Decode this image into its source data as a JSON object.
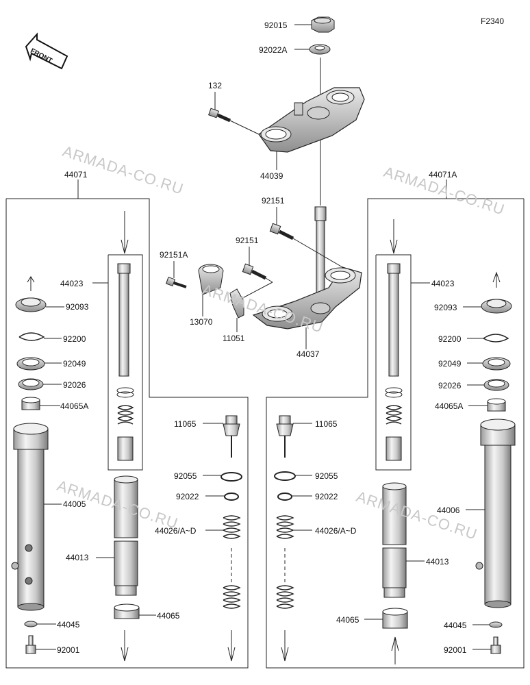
{
  "figure_code": "F2340",
  "front_badge": "FRONT",
  "watermark": "ARMADA-CO.RU",
  "center_labels": {
    "nut": "92015",
    "washer": "92022A",
    "bolt_top": "132",
    "upper_bracket": "44039",
    "bolt_a": "92151",
    "bolt_b": "92151",
    "bolt_c": "92151A",
    "clamp": "13070",
    "plate": "11051",
    "lower_bracket": "44037"
  },
  "left_fork": {
    "assembly": "44071",
    "pipe_cyl": "44023",
    "cap": "92093",
    "clip": "92200",
    "seal": "92049",
    "ring": "92026",
    "bush_a": "44065A",
    "outer_tube": "44005",
    "inner_tube": "44013",
    "bush": "44065",
    "washer": "44045",
    "bolt": "92001",
    "cap_bolt": "11065",
    "oring": "92055",
    "washer2": "92022",
    "spring": "44026/A~D"
  },
  "right_fork": {
    "assembly": "44071A",
    "pipe_cyl": "44023",
    "cap": "92093",
    "clip": "92200",
    "seal": "92049",
    "ring": "92026",
    "bush_a": "44065A",
    "outer_tube": "44006",
    "inner_tube": "44013",
    "bush": "44065",
    "washer": "44045",
    "bolt": "92001",
    "cap_bolt": "11065",
    "oring": "92055",
    "washer2": "92022",
    "spring": "44026/A~D"
  }
}
